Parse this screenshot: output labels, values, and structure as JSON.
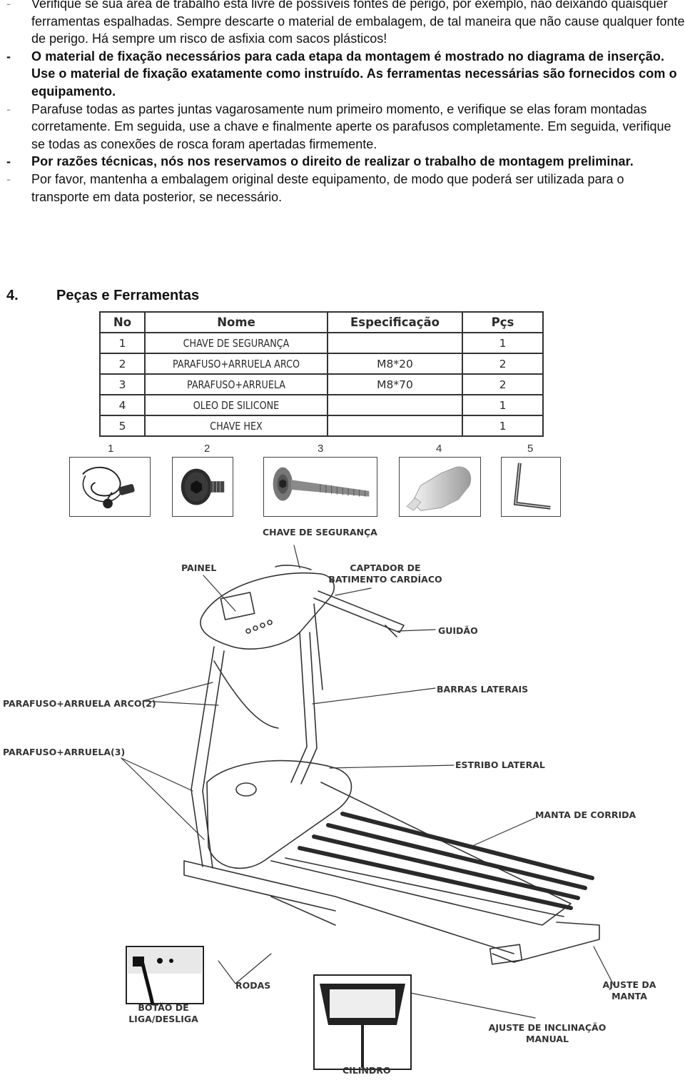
{
  "instructions": [
    {
      "text": "Verifique se sua área de trabalho está livre de possíveis fontes de perigo, por exemplo, não deixando quaisquer ferramentas espalhadas. Sempre descarte o material de embalagem, de tal maneira que não cause qualquer fonte de perigo. Há sempre um risco de asfixia com sacos plásticos!",
      "bold": false
    },
    {
      "text": "O material de fixação necessários para cada etapa da montagem é mostrado no diagrama de inserção. Use o material de fixação exatamente como instruído. As ferramentas necessárias são fornecidos com o equipamento.",
      "bold": true
    },
    {
      "text": "Parafuse todas as partes juntas vagarosamente num primeiro momento, e verifique se elas foram montadas corretamente. Em seguida, use a chave e finalmente aperte os parafusos completamente. Em seguida, verifique se todas as conexões de rosca foram apertadas firmemente.",
      "bold": false
    },
    {
      "text": "Por razões técnicas, nós nos reservamos o direito de realizar o trabalho de montagem preliminar.",
      "bold": true
    },
    {
      "text": "Por favor, mantenha a embalagem original deste equipamento, de modo que poderá ser utilizada para o transporte em data posterior, se necessário.",
      "bold": false
    }
  ],
  "bullet_dash": "-",
  "section": {
    "number": "4.",
    "title": "Peças e Ferramentas"
  },
  "parts_table": {
    "headers": [
      "No",
      "Nome",
      "Especificação",
      "Pçs"
    ],
    "rows": [
      [
        "1",
        "CHAVE DE SEGURANÇA",
        "",
        "1"
      ],
      [
        "2",
        "PARAFUSO+ARRUELA ARCO",
        "M8*20",
        "2"
      ],
      [
        "3",
        "PARAFUSO+ARRUELA",
        "M8*70",
        "2"
      ],
      [
        "4",
        "OLEO DE SILICONE",
        "",
        "1"
      ],
      [
        "5",
        "CHAVE HEX",
        "",
        "1"
      ]
    ]
  },
  "part_images": [
    {
      "number": "1",
      "icon": "safety-key-icon"
    },
    {
      "number": "2",
      "icon": "arc-washer-bolt-icon"
    },
    {
      "number": "3",
      "icon": "long-bolt-icon"
    },
    {
      "number": "4",
      "icon": "silicone-oil-bottle-icon"
    },
    {
      "number": "5",
      "icon": "hex-key-icon"
    }
  ],
  "diagram_labels": {
    "safety_key": "CHAVE DE SEGURANÇA",
    "panel": "PAINEL",
    "pulse_sensor": "CAPTADOR DE BATIMENTO CARDÍACO",
    "handlebar": "GUIDÃO",
    "side_bars": "BARRAS LATERAIS",
    "arc_bolt": "PARAFUSO+ARRUELA ARCO(2)",
    "bolt": "PARAFUSO+ARRUELA(3)",
    "side_step": "ESTRIBO LATERAL",
    "running_belt": "MANTA DE CORRIDA",
    "wheels": "RODAS",
    "belt_adjust": "AJUSTE DA MANTA",
    "power_switch": "BOTÃO DE LIGA/DESLIGA",
    "incline_adjust": "AJUSTE DE INCLINAÇÃO MANUAL",
    "cylinder": "CILINDRO"
  },
  "colors": {
    "text": "#111111",
    "line_art": "#333333",
    "muted_dash": "#999999"
  }
}
